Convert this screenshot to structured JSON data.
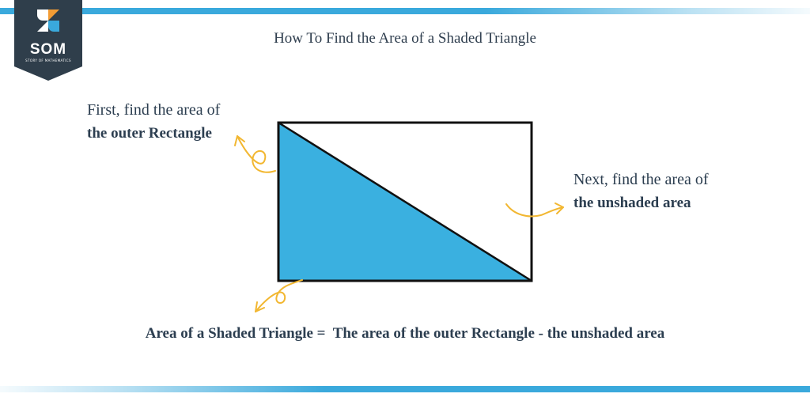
{
  "brand": {
    "name": "SOM",
    "tagline": "STORY OF MATHEMATICS",
    "colors": {
      "dark": "#2f3e4b",
      "orange": "#f39c34",
      "blue": "#3aa9dc",
      "white": "#ffffff"
    }
  },
  "title": "How To Find the Area of a Shaded Triangle",
  "labels": {
    "left": {
      "line1": "First, find the area of",
      "line2": "the outer Rectangle"
    },
    "right": {
      "line1": "Next, find the area of",
      "line2": "the unshaded area"
    }
  },
  "formula": {
    "lhs": "Area of a Shaded Triangle =",
    "rhs": "The area of the outer Rectangle - the unshaded area"
  },
  "figure": {
    "shape": "rectangle",
    "shaded_region": "lower-left triangle",
    "shade_color": "#3ab0e0",
    "outline_color": "#111111",
    "arrow_color": "#f2b731"
  }
}
